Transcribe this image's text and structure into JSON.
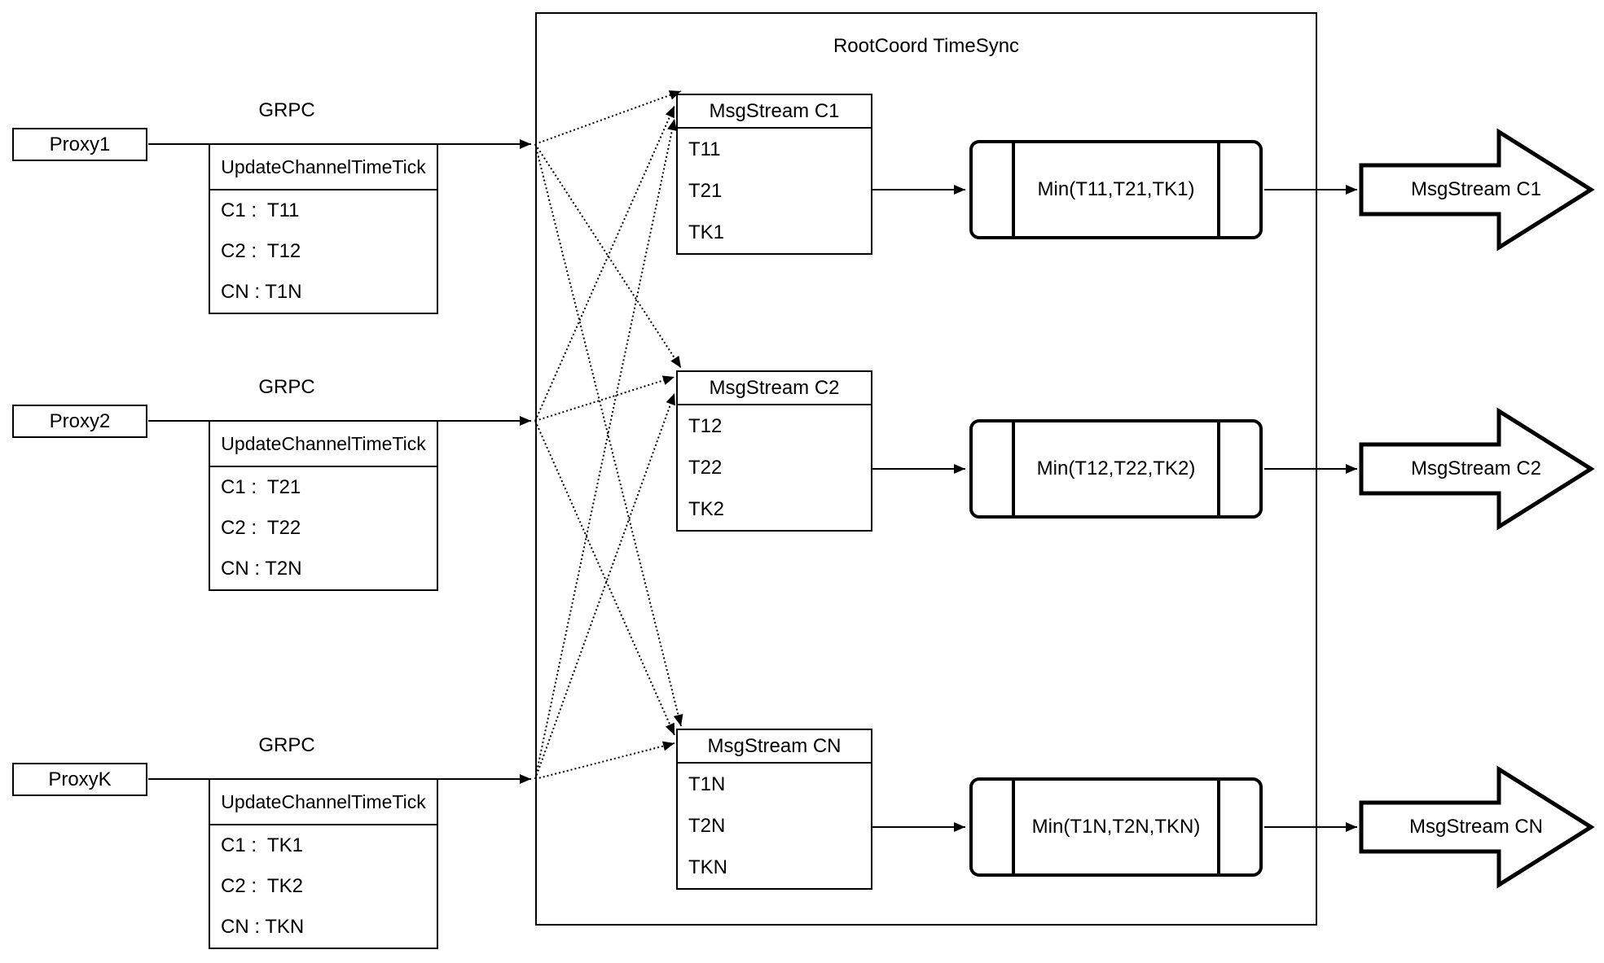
{
  "title": "RootCoord TimeSync",
  "proxies": [
    {
      "name": "Proxy1",
      "protocol": "GRPC",
      "message": "UpdateChannelTimeTick",
      "fields": [
        "C1 :  T11",
        "C2 :  T12",
        "CN : T1N"
      ]
    },
    {
      "name": "Proxy2",
      "protocol": "GRPC",
      "message": "UpdateChannelTimeTick",
      "fields": [
        "C1 :  T21",
        "C2 :  T22",
        "CN : T2N"
      ]
    },
    {
      "name": "ProxyK",
      "protocol": "GRPC",
      "message": "UpdateChannelTimeTick",
      "fields": [
        "C1 :  TK1",
        "C2 :  TK2",
        "CN : TKN"
      ]
    }
  ],
  "streams": [
    {
      "header": "MsgStream C1",
      "ticks": [
        "T11",
        "T21",
        "TK1"
      ],
      "min": "Min(T11,T21,TK1)",
      "output": "MsgStream C1"
    },
    {
      "header": "MsgStream C2",
      "ticks": [
        "T12",
        "T22",
        "TK2"
      ],
      "min": "Min(T12,T22,TK2)",
      "output": "MsgStream C2"
    },
    {
      "header": "MsgStream CN",
      "ticks": [
        "T1N",
        "T2N",
        "TKN"
      ],
      "min": "Min(T1N,T2N,TKN)",
      "output": "MsgStream CN"
    }
  ],
  "colors": {
    "stroke": "#000000",
    "background": "#ffffff"
  }
}
